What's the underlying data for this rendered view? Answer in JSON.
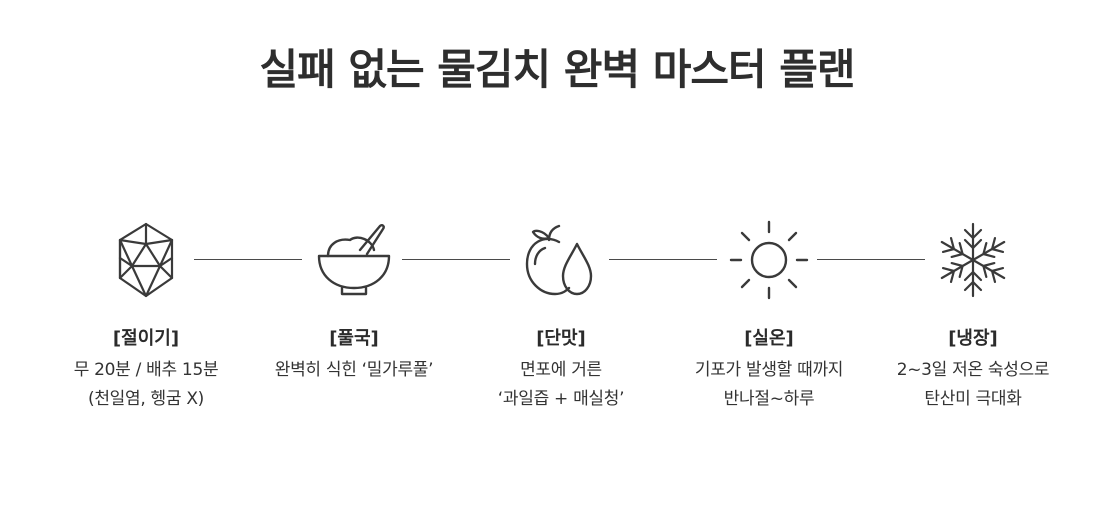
{
  "title": "실패 없는 물김치 완벽 마스터 플랜",
  "colors": {
    "text": "#2b2b2b",
    "line": "#4a4a4a",
    "background": "#ffffff"
  },
  "steps": [
    {
      "icon": "crystal-icon",
      "title": "[절이기]",
      "line1": "무 20분 / 배추 15분",
      "line2": "(천일염, 헹굼 X)"
    },
    {
      "icon": "bowl-porridge-icon",
      "title": "[풀국]",
      "line1": "완벽히 식힌 ‘밀가루풀’",
      "line2": ""
    },
    {
      "icon": "fruit-drop-icon",
      "title": "[단맛]",
      "line1": "면포에 거른",
      "line2": "‘과일즙 + 매실청’"
    },
    {
      "icon": "sun-icon",
      "title": "[실온]",
      "line1": "기포가 발생할 때까지",
      "line2": "반나절~하루"
    },
    {
      "icon": "snowflake-icon",
      "title": "[냉장]",
      "line1": "2~3일 저온 숙성으로",
      "line2": "탄산미 극대화"
    }
  ]
}
